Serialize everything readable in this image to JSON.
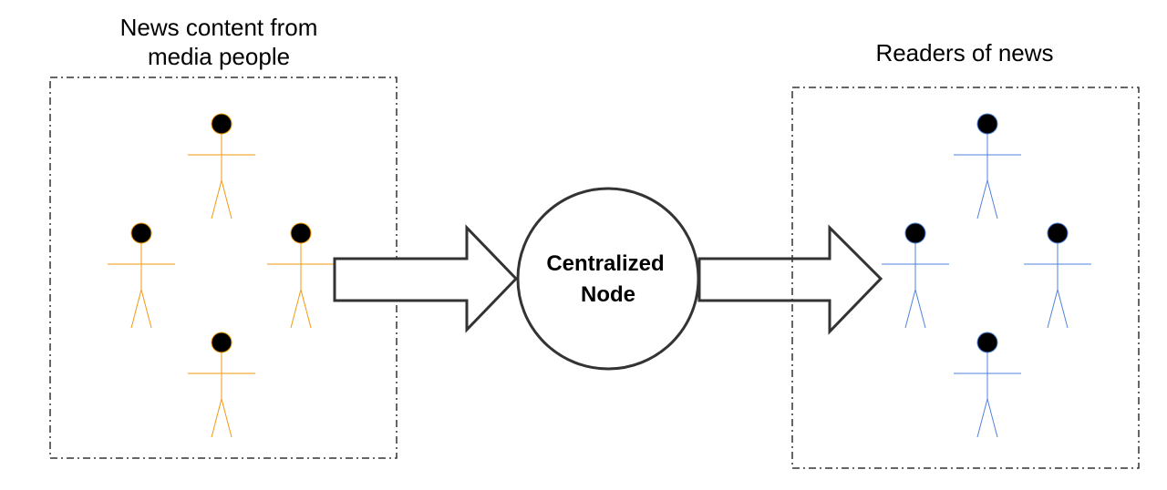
{
  "sources": {
    "label_line1": "News content from",
    "label_line2": "media people",
    "color": "#f29a0e",
    "icon": "person-icon",
    "count": 4
  },
  "node": {
    "label_line1": "Centralized",
    "label_line2": "Node"
  },
  "readers": {
    "label": "Readers of news",
    "color": "#4f83dd",
    "icon": "person-icon",
    "count": 4
  },
  "edges": [
    {
      "from": "sources",
      "to": "node"
    },
    {
      "from": "node",
      "to": "readers"
    }
  ]
}
